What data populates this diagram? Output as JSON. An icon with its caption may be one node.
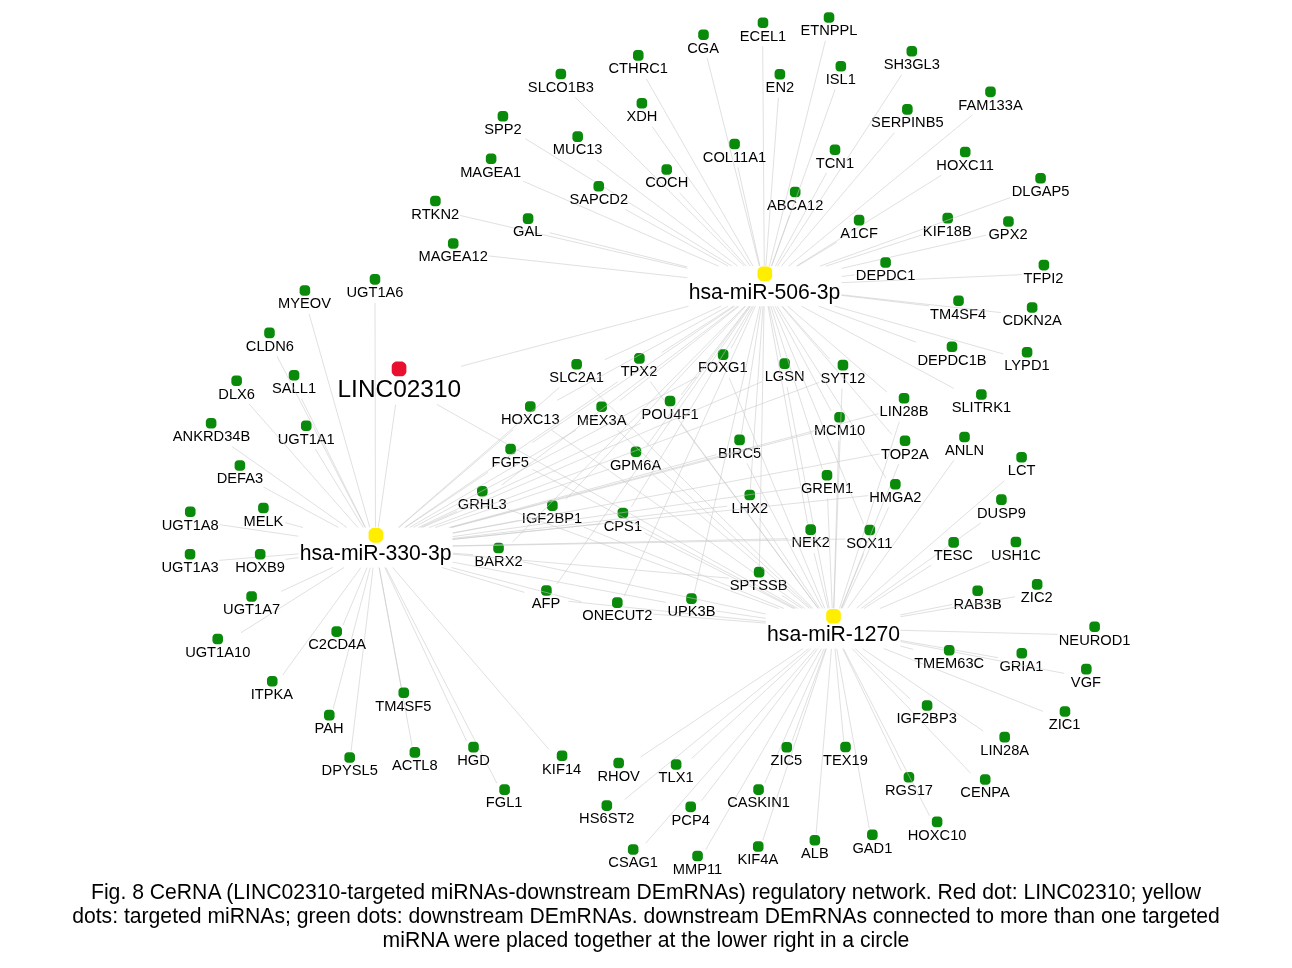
{
  "diagram": {
    "caption": "Fig. 8 CeRNA (LINC02310-targeted miRNAs-downstream DEmRNAs) regulatory network. Red dot: LINC02310; yellow dots: targeted miRNAs; green dots: downstream DEmRNAs. downstream DEmRNAs connected to more than one targeted miRNA were placed together at the lower right in a circle",
    "nodes": [
      {
        "text": [
          "LINC02310"
        ]
      },
      {
        "text": [
          "hsa-miR-1270"
        ]
      },
      {
        "text": [
          "hsa-miR-506-3p"
        ]
      },
      {
        "text": [
          "hsa-miR-330-3p"
        ]
      },
      {
        "text": [
          "GRIA1"
        ]
      },
      {
        "text": [
          "PCP4"
        ]
      },
      {
        "text": [
          "MMP11"
        ]
      },
      {
        "text": [
          "ZIC1"
        ]
      },
      {
        "text": [
          "GAD1"
        ]
      },
      {
        "text": [
          "CENPA"
        ]
      },
      {
        "text": [
          "RGS17"
        ]
      },
      {
        "text": [
          "CSAG1"
        ]
      },
      {
        "text": [
          "RAB3B"
        ]
      },
      {
        "text": [
          "NEUROD1"
        ]
      },
      {
        "text": [
          "LCT"
        ]
      },
      {
        "text": [
          "IGF2BP3"
        ]
      },
      {
        "text": [
          "LIN28A"
        ]
      },
      {
        "text": [
          "RHOV"
        ]
      },
      {
        "text": [
          "HS6ST2"
        ]
      },
      {
        "text": [
          "TLX1"
        ]
      },
      {
        "text": [
          "TEX19"
        ]
      },
      {
        "text": [
          "CASKIN1"
        ]
      },
      {
        "text": [
          "USH1C"
        ]
      },
      {
        "text": [
          "DUSP9"
        ]
      },
      {
        "text": [
          "ANLN"
        ]
      },
      {
        "text": [
          "HOXC10"
        ]
      },
      {
        "text": [
          "ZIC2"
        ]
      },
      {
        "text": [
          "ZIC5"
        ]
      },
      {
        "text": [
          "ALB"
        ]
      },
      {
        "text": [
          "VGF"
        ]
      },
      {
        "text": [
          "TESC"
        ]
      },
      {
        "text": [
          "TMEM63C"
        ]
      },
      {
        "text": [
          "KIF4A"
        ]
      },
      {
        "text": [
          "XDH"
        ]
      },
      {
        "text": [
          "SERPINB5"
        ]
      },
      {
        "text": [
          "LYPD1"
        ]
      },
      {
        "text": [
          "ABCA12"
        ]
      },
      {
        "text": [
          "SH3GL3"
        ]
      },
      {
        "text": [
          "MUC13"
        ]
      },
      {
        "text": [
          "SPP2"
        ]
      },
      {
        "text": [
          "ECEL1"
        ]
      },
      {
        "text": [
          "CTHRC1"
        ]
      },
      {
        "text": [
          "COCH"
        ]
      },
      {
        "text": [
          "KIF18B"
        ]
      },
      {
        "text": [
          "TM4SF4"
        ]
      },
      {
        "text": [
          "MAGEA1"
        ]
      },
      {
        "text": [
          "CDKN2A"
        ]
      },
      {
        "text": [
          "DEPDC1B"
        ]
      },
      {
        "text": [
          "GPX2"
        ]
      },
      {
        "text": [
          "TFPI2"
        ]
      },
      {
        "text": [
          "SAPCD2"
        ]
      },
      {
        "text": [
          "DLGAP5"
        ]
      },
      {
        "text": [
          "ISL1"
        ]
      },
      {
        "text": [
          "ETNPPL"
        ]
      },
      {
        "text": [
          "TCN1"
        ]
      },
      {
        "text": [
          "SLITRK1"
        ]
      },
      {
        "text": [
          "MAGEA12"
        ]
      },
      {
        "text": [
          "CGA"
        ]
      },
      {
        "text": [
          "HOXC11"
        ]
      },
      {
        "text": [
          "SLCO1B3"
        ]
      },
      {
        "text": [
          "COL11A1"
        ]
      },
      {
        "text": [
          "EN2"
        ]
      },
      {
        "text": [
          "RTKN2"
        ]
      },
      {
        "text": [
          "FAM133A"
        ]
      },
      {
        "text": [
          "DEPDC1"
        ]
      },
      {
        "text": [
          "GAL"
        ]
      },
      {
        "text": [
          "A1CF"
        ]
      },
      {
        "text": [
          "UGT1A6"
        ]
      },
      {
        "text": [
          "DPYSL5"
        ]
      },
      {
        "text": [
          "UGT1A8"
        ]
      },
      {
        "text": [
          "PAH"
        ]
      },
      {
        "text": [
          "MYEOV"
        ]
      },
      {
        "text": [
          "UGT1A1"
        ]
      },
      {
        "text": [
          "UGT1A3"
        ]
      },
      {
        "text": [
          "C2CD4A"
        ]
      },
      {
        "text": [
          "ACTL8"
        ]
      },
      {
        "text": [
          "KIF14"
        ]
      },
      {
        "text": [
          "UGT1A10"
        ]
      },
      {
        "text": [
          "HOXB9"
        ]
      },
      {
        "text": [
          "FGL1"
        ]
      },
      {
        "text": [
          "MELK"
        ]
      },
      {
        "text": [
          "UGT1A7"
        ]
      },
      {
        "text": [
          "HGD"
        ]
      },
      {
        "text": [
          "TM4SF5"
        ]
      },
      {
        "text": [
          "SALL1"
        ]
      },
      {
        "text": [
          "DLX6"
        ]
      },
      {
        "text": [
          "CLDN6"
        ]
      },
      {
        "text": [
          "DEFA3"
        ]
      },
      {
        "text": [
          "ANKRD34B"
        ]
      },
      {
        "text": [
          "ITPKA"
        ]
      },
      {
        "text": [
          "LGSN"
        ]
      },
      {
        "text": [
          "AFP"
        ]
      },
      {
        "text": [
          "LIN28B"
        ]
      },
      {
        "text": [
          "TPX2"
        ]
      },
      {
        "text": [
          "CPS1"
        ]
      },
      {
        "text": [
          "UPK3B"
        ]
      },
      {
        "text": [
          "LHX2"
        ]
      },
      {
        "text": [
          "SOX11"
        ]
      },
      {
        "text": [
          "NEK2"
        ]
      },
      {
        "text": [
          "ONECUT2"
        ]
      },
      {
        "text": [
          "MCM10"
        ]
      },
      {
        "text": [
          "BIRC5"
        ]
      },
      {
        "text": [
          "IGF2BP1"
        ]
      },
      {
        "text": [
          "BARX2"
        ]
      },
      {
        "text": [
          "HOXC13"
        ]
      },
      {
        "text": [
          "TOP2A"
        ]
      },
      {
        "text": [
          "HMGA2"
        ]
      },
      {
        "text": [
          "GREM1"
        ]
      },
      {
        "text": [
          "FOXG1"
        ]
      },
      {
        "text": [
          "POU4F1"
        ]
      },
      {
        "text": [
          "SPTSSB"
        ]
      },
      {
        "text": [
          "SYT12"
        ]
      },
      {
        "text": [
          "GPM6A"
        ]
      },
      {
        "text": [
          "GRHL3"
        ]
      },
      {
        "text": [
          "FGF5"
        ]
      },
      {
        "text": [
          "SLC2A1"
        ]
      },
      {
        "text": [
          "MEX3A"
        ]
      }
    ],
    "edges": [
      {
        "from": 0,
        "to": 1,
        "arrow": "none"
      },
      {
        "from": 0,
        "to": 2,
        "arrow": "none"
      },
      {
        "from": 0,
        "to": 3,
        "arrow": "none"
      },
      {
        "from": 1,
        "to": 4,
        "arrow": "none"
      },
      {
        "from": 1,
        "to": 5,
        "arrow": "none"
      },
      {
        "from": 1,
        "to": 6,
        "arrow": "none"
      },
      {
        "from": 1,
        "to": 7,
        "arrow": "none"
      },
      {
        "from": 1,
        "to": 8,
        "arrow": "none"
      },
      {
        "from": 1,
        "to": 9,
        "arrow": "none"
      },
      {
        "from": 1,
        "to": 10,
        "arrow": "none"
      },
      {
        "from": 1,
        "to": 11,
        "arrow": "none"
      },
      {
        "from": 1,
        "to": 12,
        "arrow": "none"
      },
      {
        "from": 1,
        "to": 13,
        "arrow": "none"
      },
      {
        "from": 1,
        "to": 14,
        "arrow": "none"
      },
      {
        "from": 1,
        "to": 15,
        "arrow": "none"
      },
      {
        "from": 1,
        "to": 16,
        "arrow": "none"
      },
      {
        "from": 1,
        "to": 17,
        "arrow": "none"
      },
      {
        "from": 1,
        "to": 18,
        "arrow": "none"
      },
      {
        "from": 1,
        "to": 19,
        "arrow": "none"
      },
      {
        "from": 1,
        "to": 20,
        "arrow": "none"
      },
      {
        "from": 1,
        "to": 21,
        "arrow": "none"
      },
      {
        "from": 1,
        "to": 22,
        "arrow": "none"
      },
      {
        "from": 1,
        "to": 23,
        "arrow": "none"
      },
      {
        "from": 1,
        "to": 24,
        "arrow": "none"
      },
      {
        "from": 1,
        "to": 25,
        "arrow": "none"
      },
      {
        "from": 1,
        "to": 26,
        "arrow": "none"
      },
      {
        "from": 1,
        "to": 27,
        "arrow": "none"
      },
      {
        "from": 1,
        "to": 28,
        "arrow": "none"
      },
      {
        "from": 1,
        "to": 29,
        "arrow": "none"
      },
      {
        "from": 1,
        "to": 30,
        "arrow": "none"
      },
      {
        "from": 1,
        "to": 31,
        "arrow": "none"
      },
      {
        "from": 1,
        "to": 32,
        "arrow": "none"
      },
      {
        "from": 2,
        "to": 33,
        "arrow": "none"
      },
      {
        "from": 2,
        "to": 34,
        "arrow": "none"
      },
      {
        "from": 2,
        "to": 35,
        "arrow": "none"
      },
      {
        "from": 2,
        "to": 36,
        "arrow": "none"
      },
      {
        "from": 2,
        "to": 37,
        "arrow": "none"
      },
      {
        "from": 2,
        "to": 38,
        "arrow": "none"
      },
      {
        "from": 2,
        "to": 39,
        "arrow": "none"
      },
      {
        "from": 2,
        "to": 40,
        "arrow": "none"
      },
      {
        "from": 2,
        "to": 41,
        "arrow": "none"
      },
      {
        "from": 2,
        "to": 42,
        "arrow": "none"
      },
      {
        "from": 2,
        "to": 43,
        "arrow": "none"
      },
      {
        "from": 2,
        "to": 44,
        "arrow": "none"
      },
      {
        "from": 2,
        "to": 45,
        "arrow": "none"
      },
      {
        "from": 2,
        "to": 46,
        "arrow": "none"
      },
      {
        "from": 2,
        "to": 47,
        "arrow": "none"
      },
      {
        "from": 2,
        "to": 48,
        "arrow": "none"
      },
      {
        "from": 2,
        "to": 49,
        "arrow": "none"
      },
      {
        "from": 2,
        "to": 50,
        "arrow": "none"
      },
      {
        "from": 2,
        "to": 51,
        "arrow": "none"
      },
      {
        "from": 2,
        "to": 52,
        "arrow": "none"
      },
      {
        "from": 2,
        "to": 53,
        "arrow": "none"
      },
      {
        "from": 2,
        "to": 54,
        "arrow": "none"
      },
      {
        "from": 2,
        "to": 55,
        "arrow": "none"
      },
      {
        "from": 2,
        "to": 56,
        "arrow": "none"
      },
      {
        "from": 2,
        "to": 57,
        "arrow": "none"
      },
      {
        "from": 2,
        "to": 58,
        "arrow": "none"
      },
      {
        "from": 2,
        "to": 59,
        "arrow": "none"
      },
      {
        "from": 2,
        "to": 60,
        "arrow": "none"
      },
      {
        "from": 2,
        "to": 61,
        "arrow": "none"
      },
      {
        "from": 2,
        "to": 62,
        "arrow": "none"
      },
      {
        "from": 2,
        "to": 63,
        "arrow": "none"
      },
      {
        "from": 2,
        "to": 64,
        "arrow": "none"
      },
      {
        "from": 2,
        "to": 65,
        "arrow": "none"
      },
      {
        "from": 2,
        "to": 66,
        "arrow": "none"
      },
      {
        "from": 3,
        "to": 67,
        "arrow": "none"
      },
      {
        "from": 3,
        "to": 68,
        "arrow": "none"
      },
      {
        "from": 3,
        "to": 69,
        "arrow": "none"
      },
      {
        "from": 3,
        "to": 70,
        "arrow": "none"
      },
      {
        "from": 3,
        "to": 71,
        "arrow": "none"
      },
      {
        "from": 3,
        "to": 72,
        "arrow": "none"
      },
      {
        "from": 3,
        "to": 73,
        "arrow": "none"
      },
      {
        "from": 3,
        "to": 74,
        "arrow": "none"
      },
      {
        "from": 3,
        "to": 75,
        "arrow": "none"
      },
      {
        "from": 3,
        "to": 76,
        "arrow": "none"
      },
      {
        "from": 3,
        "to": 77,
        "arrow": "none"
      },
      {
        "from": 3,
        "to": 78,
        "arrow": "none"
      },
      {
        "from": 3,
        "to": 79,
        "arrow": "none"
      },
      {
        "from": 3,
        "to": 80,
        "arrow": "none"
      },
      {
        "from": 3,
        "to": 81,
        "arrow": "none"
      },
      {
        "from": 3,
        "to": 82,
        "arrow": "none"
      },
      {
        "from": 3,
        "to": 83,
        "arrow": "none"
      },
      {
        "from": 3,
        "to": 84,
        "arrow": "none"
      },
      {
        "from": 3,
        "to": 85,
        "arrow": "none"
      },
      {
        "from": 3,
        "to": 86,
        "arrow": "none"
      },
      {
        "from": 3,
        "to": 87,
        "arrow": "none"
      },
      {
        "from": 3,
        "to": 88,
        "arrow": "none"
      },
      {
        "from": 3,
        "to": 89,
        "arrow": "none"
      },
      {
        "from": 1,
        "to": 90,
        "arrow": "none"
      },
      {
        "from": 1,
        "to": 91,
        "arrow": "none"
      },
      {
        "from": 1,
        "to": 92,
        "arrow": "none"
      },
      {
        "from": 1,
        "to": 93,
        "arrow": "none"
      },
      {
        "from": 1,
        "to": 94,
        "arrow": "none"
      },
      {
        "from": 1,
        "to": 95,
        "arrow": "none"
      },
      {
        "from": 1,
        "to": 96,
        "arrow": "none"
      },
      {
        "from": 1,
        "to": 97,
        "arrow": "none"
      },
      {
        "from": 1,
        "to": 98,
        "arrow": "none"
      },
      {
        "from": 1,
        "to": 99,
        "arrow": "none"
      },
      {
        "from": 1,
        "to": 100,
        "arrow": "none"
      },
      {
        "from": 1,
        "to": 101,
        "arrow": "none"
      },
      {
        "from": 1,
        "to": 102,
        "arrow": "none"
      },
      {
        "from": 1,
        "to": 103,
        "arrow": "none"
      },
      {
        "from": 1,
        "to": 104,
        "arrow": "none"
      },
      {
        "from": 1,
        "to": 105,
        "arrow": "none"
      },
      {
        "from": 1,
        "to": 106,
        "arrow": "none"
      },
      {
        "from": 1,
        "to": 107,
        "arrow": "none"
      },
      {
        "from": 1,
        "to": 108,
        "arrow": "none"
      },
      {
        "from": 1,
        "to": 109,
        "arrow": "none"
      },
      {
        "from": 1,
        "to": 110,
        "arrow": "none"
      },
      {
        "from": 1,
        "to": 111,
        "arrow": "none"
      },
      {
        "from": 1,
        "to": 112,
        "arrow": "none"
      },
      {
        "from": 1,
        "to": 113,
        "arrow": "none"
      },
      {
        "from": 1,
        "to": 114,
        "arrow": "none"
      },
      {
        "from": 1,
        "to": 115,
        "arrow": "none"
      },
      {
        "from": 1,
        "to": 116,
        "arrow": "none"
      },
      {
        "from": 2,
        "to": 90,
        "arrow": "none"
      },
      {
        "from": 2,
        "to": 91,
        "arrow": "none"
      },
      {
        "from": 2,
        "to": 92,
        "arrow": "none"
      },
      {
        "from": 2,
        "to": 93,
        "arrow": "none"
      },
      {
        "from": 2,
        "to": 94,
        "arrow": "none"
      },
      {
        "from": 2,
        "to": 95,
        "arrow": "none"
      },
      {
        "from": 2,
        "to": 96,
        "arrow": "none"
      },
      {
        "from": 2,
        "to": 97,
        "arrow": "none"
      },
      {
        "from": 2,
        "to": 98,
        "arrow": "none"
      },
      {
        "from": 2,
        "to": 99,
        "arrow": "none"
      },
      {
        "from": 2,
        "to": 100,
        "arrow": "none"
      },
      {
        "from": 2,
        "to": 101,
        "arrow": "none"
      },
      {
        "from": 2,
        "to": 102,
        "arrow": "none"
      },
      {
        "from": 2,
        "to": 103,
        "arrow": "none"
      },
      {
        "from": 2,
        "to": 104,
        "arrow": "none"
      },
      {
        "from": 2,
        "to": 105,
        "arrow": "none"
      },
      {
        "from": 2,
        "to": 106,
        "arrow": "none"
      },
      {
        "from": 2,
        "to": 107,
        "arrow": "none"
      },
      {
        "from": 2,
        "to": 108,
        "arrow": "none"
      },
      {
        "from": 2,
        "to": 109,
        "arrow": "none"
      },
      {
        "from": 2,
        "to": 110,
        "arrow": "none"
      },
      {
        "from": 2,
        "to": 111,
        "arrow": "none"
      },
      {
        "from": 2,
        "to": 112,
        "arrow": "none"
      },
      {
        "from": 2,
        "to": 113,
        "arrow": "none"
      },
      {
        "from": 2,
        "to": 114,
        "arrow": "none"
      },
      {
        "from": 2,
        "to": 115,
        "arrow": "none"
      },
      {
        "from": 2,
        "to": 116,
        "arrow": "none"
      },
      {
        "from": 3,
        "to": 90,
        "arrow": "none"
      },
      {
        "from": 3,
        "to": 91,
        "arrow": "none"
      },
      {
        "from": 3,
        "to": 92,
        "arrow": "none"
      },
      {
        "from": 3,
        "to": 93,
        "arrow": "none"
      },
      {
        "from": 3,
        "to": 94,
        "arrow": "none"
      },
      {
        "from": 3,
        "to": 95,
        "arrow": "none"
      },
      {
        "from": 3,
        "to": 96,
        "arrow": "none"
      },
      {
        "from": 3,
        "to": 97,
        "arrow": "none"
      },
      {
        "from": 3,
        "to": 98,
        "arrow": "none"
      },
      {
        "from": 3,
        "to": 99,
        "arrow": "none"
      },
      {
        "from": 3,
        "to": 100,
        "arrow": "none"
      },
      {
        "from": 3,
        "to": 101,
        "arrow": "none"
      },
      {
        "from": 3,
        "to": 102,
        "arrow": "none"
      },
      {
        "from": 3,
        "to": 103,
        "arrow": "none"
      },
      {
        "from": 3,
        "to": 104,
        "arrow": "none"
      },
      {
        "from": 3,
        "to": 105,
        "arrow": "none"
      },
      {
        "from": 3,
        "to": 106,
        "arrow": "none"
      },
      {
        "from": 3,
        "to": 107,
        "arrow": "none"
      },
      {
        "from": 3,
        "to": 108,
        "arrow": "none"
      },
      {
        "from": 3,
        "to": 109,
        "arrow": "none"
      },
      {
        "from": 3,
        "to": 110,
        "arrow": "none"
      },
      {
        "from": 3,
        "to": 111,
        "arrow": "none"
      },
      {
        "from": 3,
        "to": 112,
        "arrow": "none"
      },
      {
        "from": 3,
        "to": 113,
        "arrow": "none"
      },
      {
        "from": 3,
        "to": 114,
        "arrow": "none"
      },
      {
        "from": 3,
        "to": 115,
        "arrow": "none"
      },
      {
        "from": 3,
        "to": 116,
        "arrow": "none"
      }
    ]
  }
}
